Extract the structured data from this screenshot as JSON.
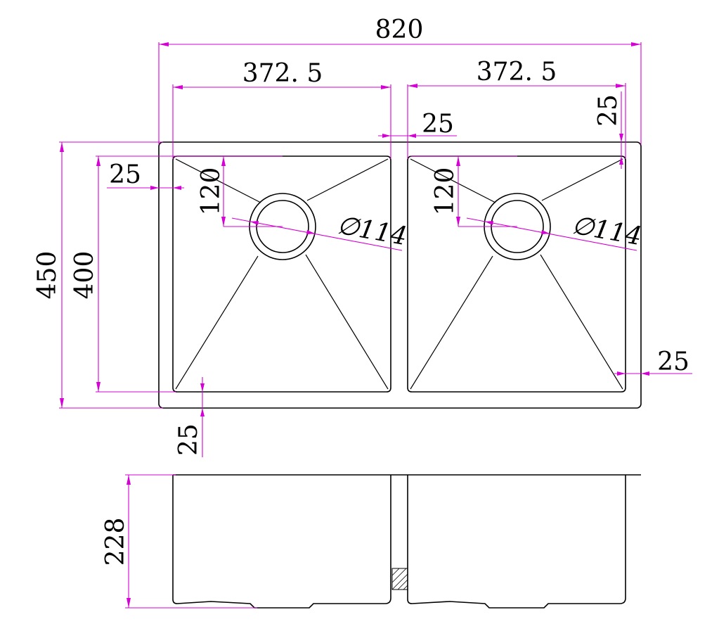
{
  "drawing": {
    "dim_total_width": "820",
    "dim_bowl_left_width": "372. 5",
    "dim_bowl_right_width": "372. 5",
    "dim_divider_gap": "25",
    "dim_right_top_margin": "25",
    "dim_left_side_margin": "25",
    "dim_right_side_margin": "25",
    "dim_bottom_margin": "25",
    "dim_total_depth": "450",
    "dim_bowl_depth": "400",
    "dim_drain_offset_left": "120",
    "dim_drain_offset_right": "120",
    "dim_drain_diameter_left": "114",
    "dim_drain_diameter_right": "114",
    "diameter_symbol": "∅",
    "dim_height": "228"
  },
  "colors": {
    "outline": "#000000",
    "dimension": "#d400d4"
  }
}
